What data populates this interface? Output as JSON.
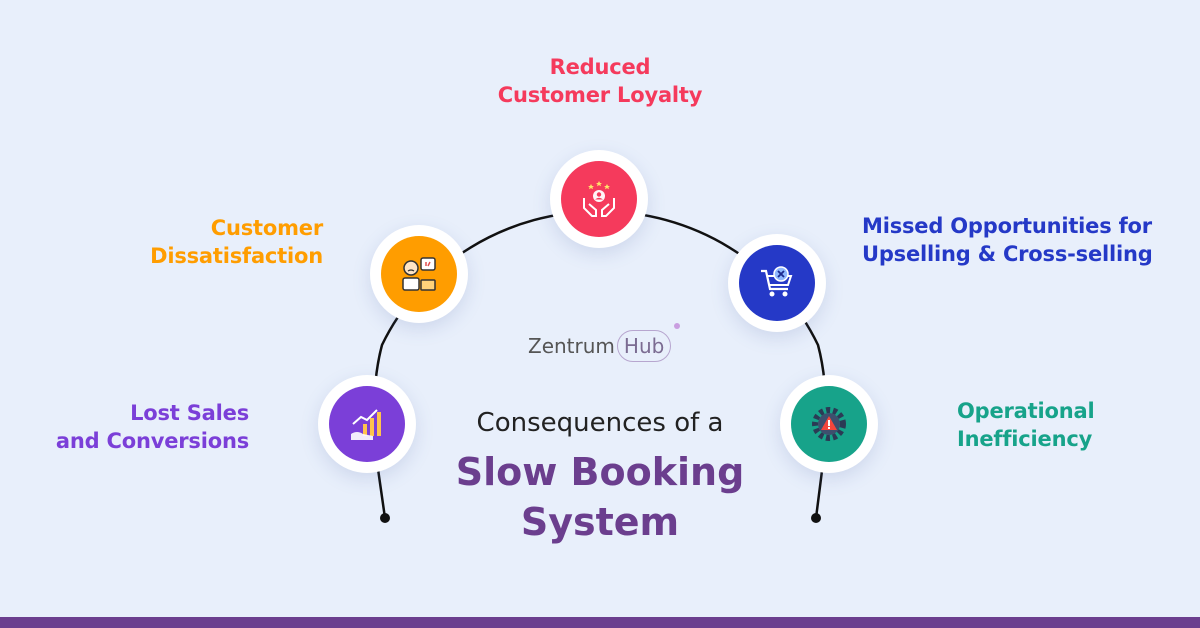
{
  "logo": {
    "part1": "Zentrum",
    "part2": "Hub"
  },
  "heading": {
    "subtitle": "Consequences of a",
    "title_line1": "Slow Booking",
    "title_line2": "System"
  },
  "items": [
    {
      "id": "lost-sales",
      "lines": [
        "Lost Sales",
        "and Conversions"
      ],
      "color": "#7b3fd8",
      "icon": "growth-chart-icon"
    },
    {
      "id": "dissatisfaction",
      "lines": [
        "Customer",
        "Dissatisfaction"
      ],
      "color": "#ff9d00",
      "icon": "unhappy-customer-icon"
    },
    {
      "id": "loyalty",
      "lines": [
        "Reduced",
        "Customer Loyalty"
      ],
      "color": "#f53a5c",
      "icon": "loyalty-hands-icon"
    },
    {
      "id": "upselling",
      "lines": [
        "Missed Opportunities for",
        "Upselling & Cross-selling"
      ],
      "color": "#2539c7",
      "icon": "cart-cancel-icon"
    },
    {
      "id": "inefficiency",
      "lines": [
        "Operational",
        "Inefficiency"
      ],
      "color": "#17a38a",
      "icon": "gear-warning-icon"
    }
  ]
}
